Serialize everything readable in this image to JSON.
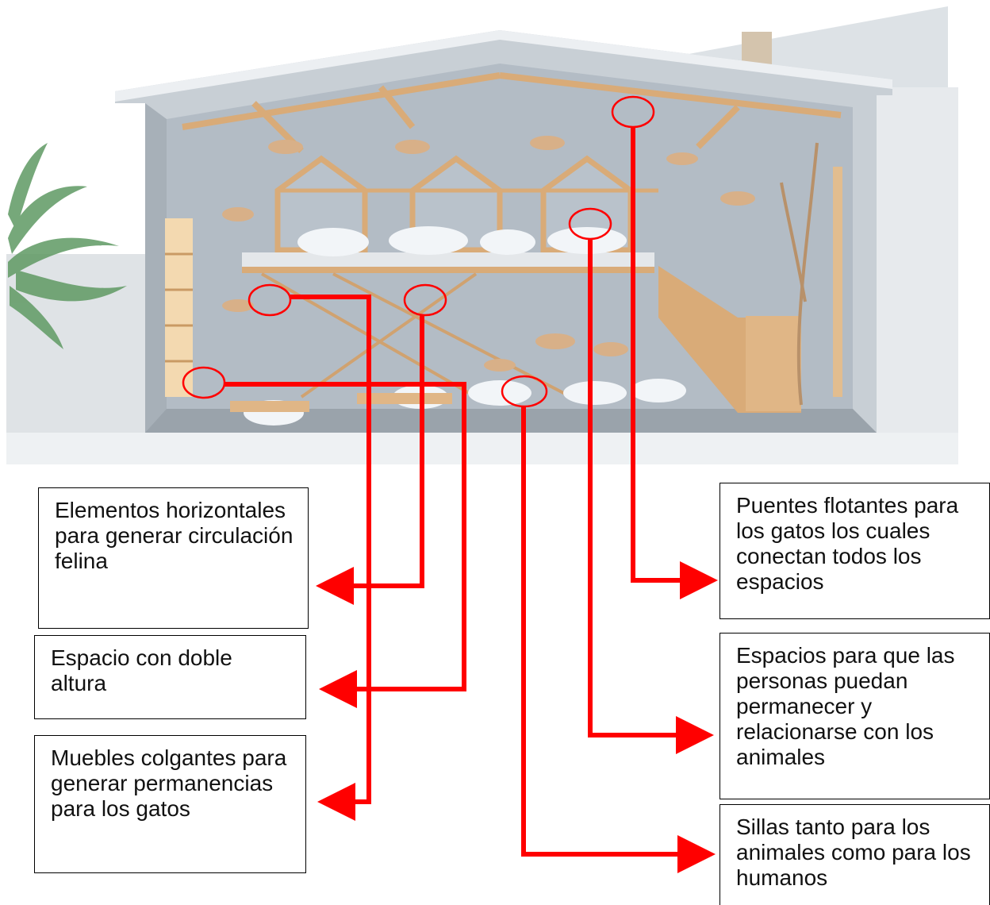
{
  "colors": {
    "annotation": "#ff0000",
    "wall": "#b9c2ca",
    "roof_overhang": "#e2e6ea",
    "wood": "#d9ab78",
    "cushion": "#f2f5f8",
    "plant": "#5f9a63"
  },
  "scene": {
    "description_icon": "house-section-illustration"
  },
  "labels": {
    "horizontal_elements": "Elementos horizontales para generar circulación felina",
    "double_height": "Espacio con doble altura",
    "hanging_furniture": "Muebles colgantes para generar permanencias para los gatos",
    "floating_bridges": "Puentes flotantes para los gatos los cuales conectan todos los espacios",
    "people_spaces": "Espacios para que las personas puedan permanecer y relacionarse con los animales",
    "chairs": "Sillas tanto para los animales como para los humanos"
  }
}
